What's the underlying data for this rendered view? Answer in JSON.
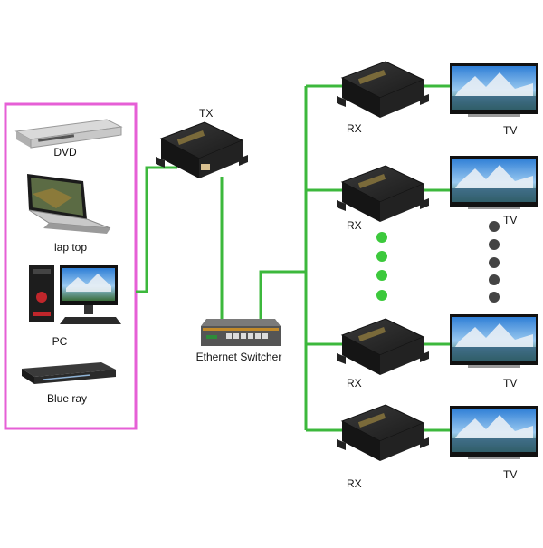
{
  "sources": {
    "dvd": "DVD",
    "laptop": "lap top",
    "pc": "PC",
    "bluray": "Blue ray"
  },
  "transmitter": {
    "label": "TX"
  },
  "switch": {
    "label": "Ethernet Switcher"
  },
  "receivers": [
    {
      "label": "RX"
    },
    {
      "label": "RX"
    },
    {
      "label": "RX"
    },
    {
      "label": "RX"
    }
  ],
  "displays": [
    {
      "label": "TV"
    },
    {
      "label": "TV"
    },
    {
      "label": "TV"
    },
    {
      "label": "TV"
    }
  ],
  "colors": {
    "frame": "#e65fd6",
    "link": "#3cb83c",
    "dots_green": "#3cc93c",
    "dots_gray": "#444444",
    "device": "#262626"
  }
}
